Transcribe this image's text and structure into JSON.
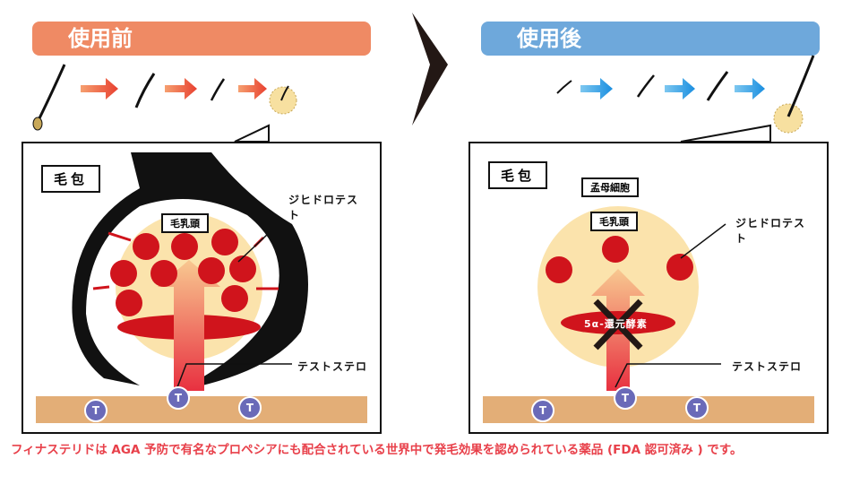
{
  "before": {
    "title": "使用前",
    "follicle_label": "毛包",
    "papilla_label": "毛乳頭",
    "dht_label_1": "ジヒドロテス",
    "dht_label_2": "ト",
    "testosterone_label": "テストステロ",
    "t_badge": "T",
    "color": "#ef8a64"
  },
  "after": {
    "title": "使用後",
    "follicle_label": "毛包",
    "matrix_label": "孟母細胞",
    "papilla_label": "毛乳頭",
    "dht_label_1": "ジヒドロテス",
    "dht_label_2": "ト",
    "testosterone_label": "テストステロ",
    "enzyme_label": "5α-還元酵素",
    "t_badge": "T",
    "color": "#6ea8db"
  },
  "caption": "フィナステリドは AGA 予防で有名なプロペシアにも配合されている世界中で発毛効果を認められている薬品 (FDA 認可済み ) です。"
}
